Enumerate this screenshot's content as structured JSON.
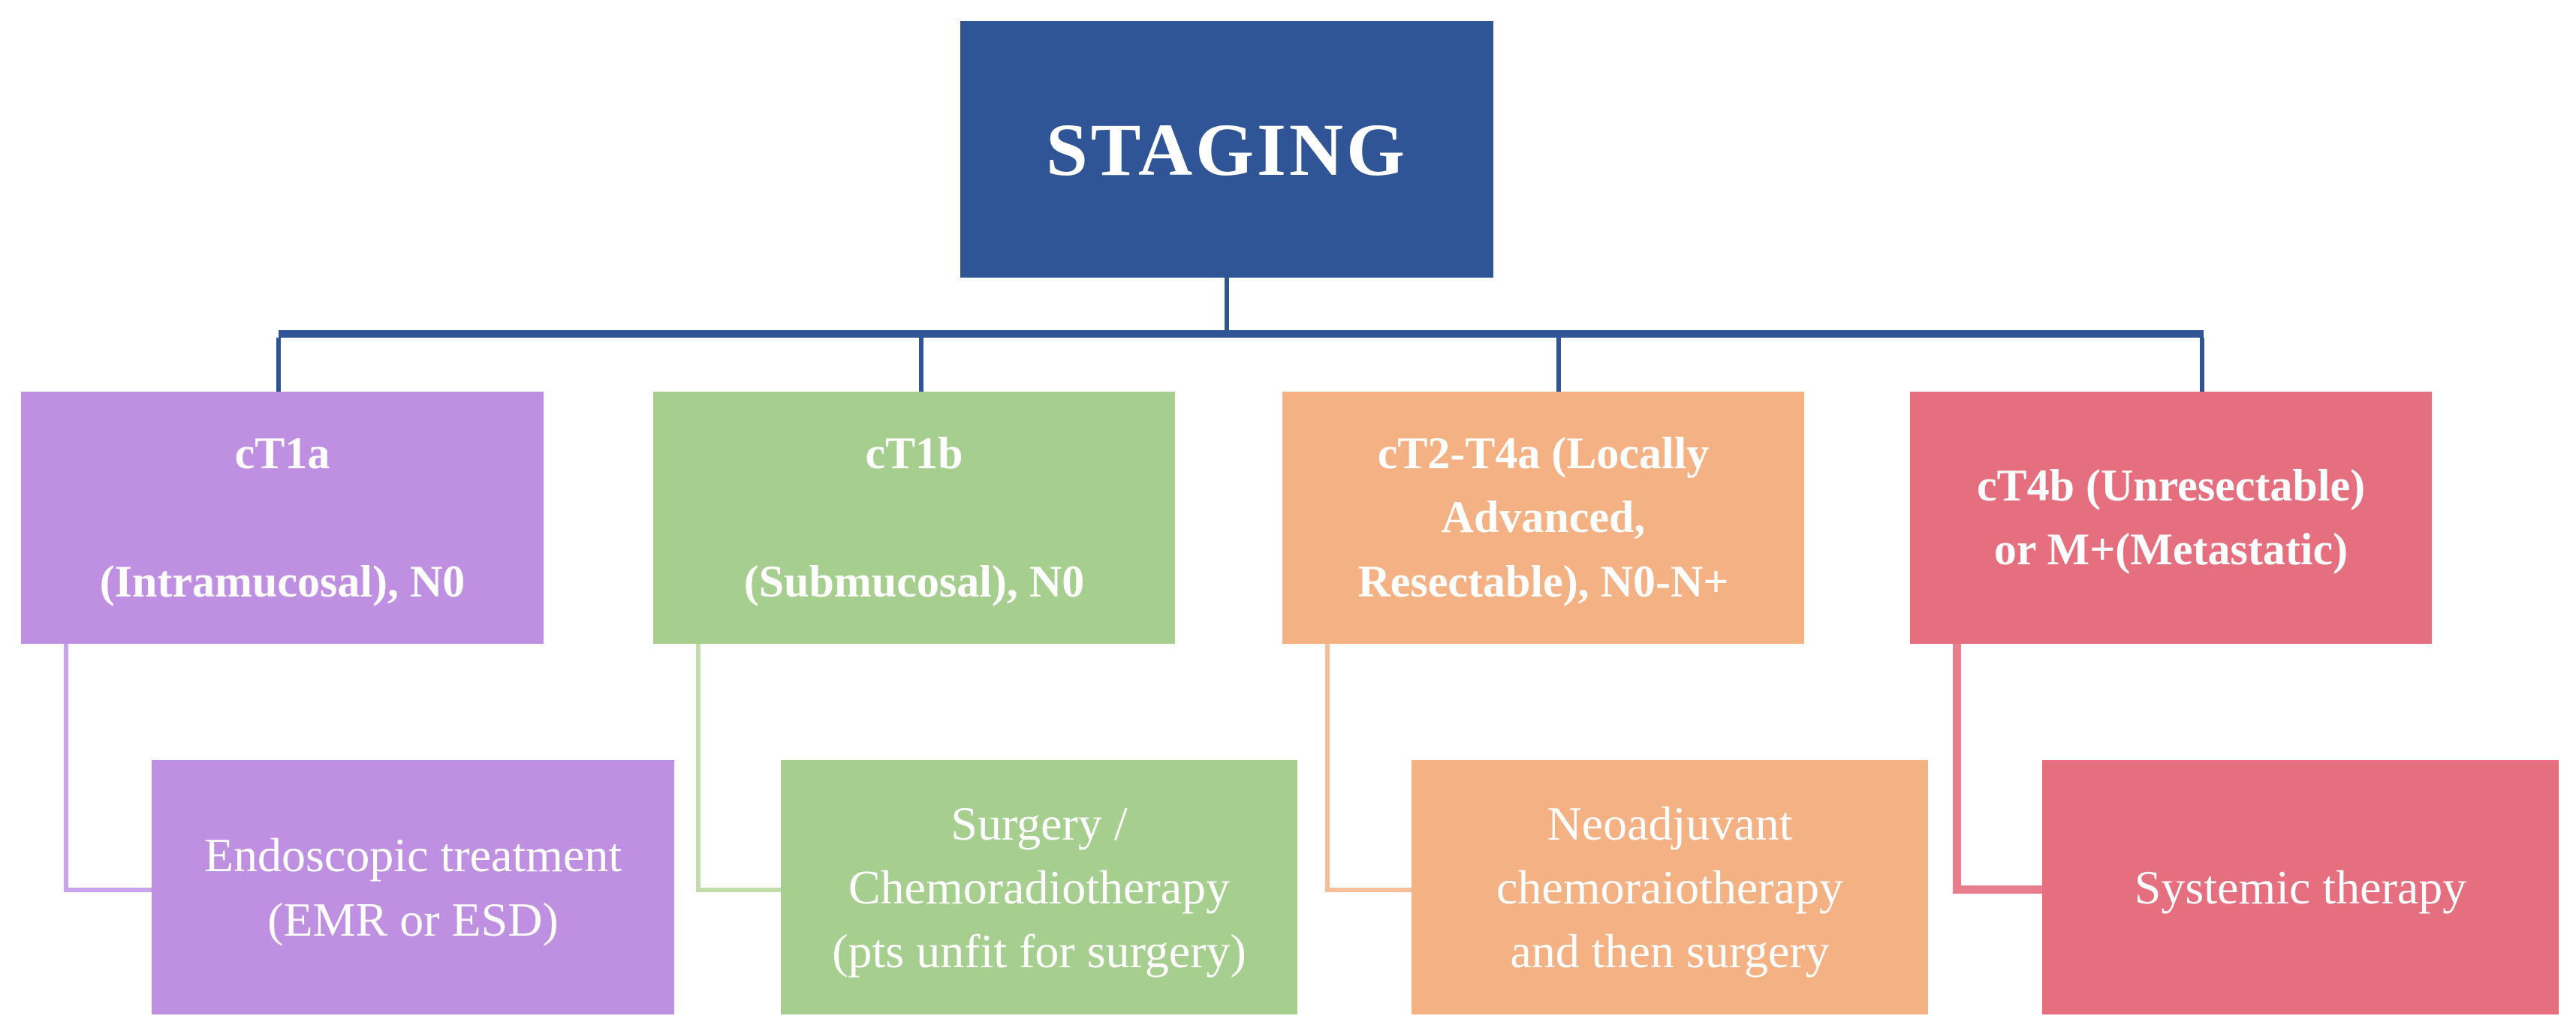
{
  "root": {
    "label": "STAGING",
    "bg": "#2F5597",
    "text_color": "#FFFFFF"
  },
  "connector_color": "#2F5597",
  "branches": [
    {
      "name": "cT1a",
      "bg": "#BF8FE2",
      "line_color": "#C9A3EC",
      "stage": {
        "lines": [
          "cT1a",
          "(Intramucosal), N0"
        ]
      },
      "treatment": {
        "lines": [
          "Endoscopic treatment",
          "(EMR or ESD)"
        ]
      }
    },
    {
      "name": "cT1b",
      "bg": "#A6CE8E",
      "line_color": "#C0DCA9",
      "stage": {
        "lines": [
          "cT1b",
          "(Submucosal), N0"
        ]
      },
      "treatment": {
        "lines": [
          "Surgery /",
          "Chemoradiotherapy",
          "(pts unfit for surgery)"
        ]
      }
    },
    {
      "name": "cT2-T4a",
      "bg": "#F4B183",
      "line_color": "#F6BD97",
      "stage": {
        "lines": [
          "cT2-T4a (Locally",
          "Advanced,",
          "Resectable), N0-N+"
        ]
      },
      "treatment": {
        "lines": [
          "Neoadjuvant",
          "chemoraiotherapy",
          "and then surgery"
        ]
      }
    },
    {
      "name": "cT4b",
      "bg": "#E56F7E",
      "line_color": "#E87E8D",
      "stage": {
        "lines": [
          "cT4b (Unresectable)",
          "or M+(Metastatic)"
        ]
      },
      "treatment": {
        "lines": [
          "Systemic therapy"
        ]
      }
    }
  ]
}
